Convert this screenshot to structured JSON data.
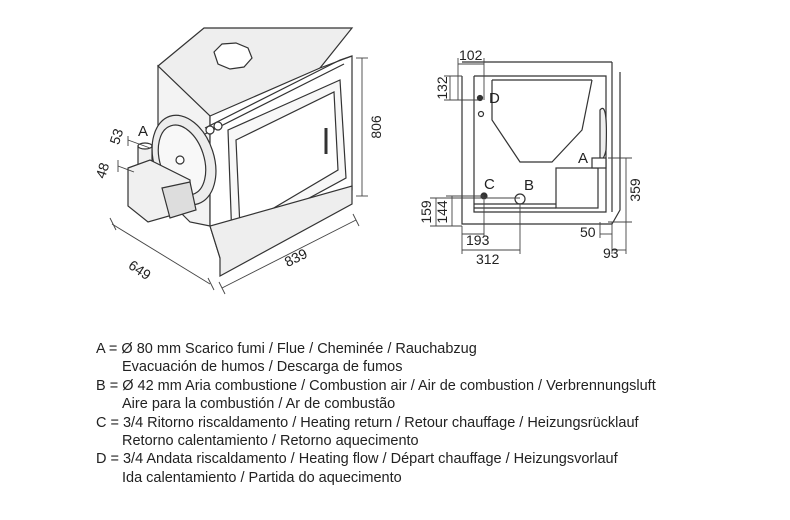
{
  "dimensions": {
    "iso_width": "839",
    "iso_depth": "649",
    "iso_height": "806",
    "iso_flue_offset": "53",
    "iso_flue_height": "48",
    "side_d_offset": "102",
    "side_d_height": "132",
    "side_c_height": "144",
    "side_b_height": "159",
    "side_c_offset": "193",
    "side_b_offset": "312",
    "side_a_height": "359",
    "side_a_offset": "50",
    "side_a_total": "93"
  },
  "markers": {
    "iso_a": "A",
    "side_a": "A",
    "side_b": "B",
    "side_c": "C",
    "side_d": "D"
  },
  "legend": [
    {
      "line1": "A = Ø 80 mm  Scarico fumi / Flue / Cheminée / Rauchabzug",
      "line2": "Evacuación de humos / Descarga de fumos"
    },
    {
      "line1": "B = Ø 42 mm  Aria combustione / Combustion air / Air de combustion / Verbrennungsluft",
      "line2": "Aire para la combustión / Ar de combustão"
    },
    {
      "line1": "C = 3/4 Ritorno riscaldamento / Heating return / Retour chauffage / Heizungsrücklauf",
      "line2": "Retorno calentamiento / Retorno aquecimento"
    },
    {
      "line1": "D = 3/4 Andata riscaldamento / Heating flow / Départ chauffage / Heizungsvorlauf",
      "line2": "Ida calentamiento / Partida do aquecimento"
    }
  ]
}
